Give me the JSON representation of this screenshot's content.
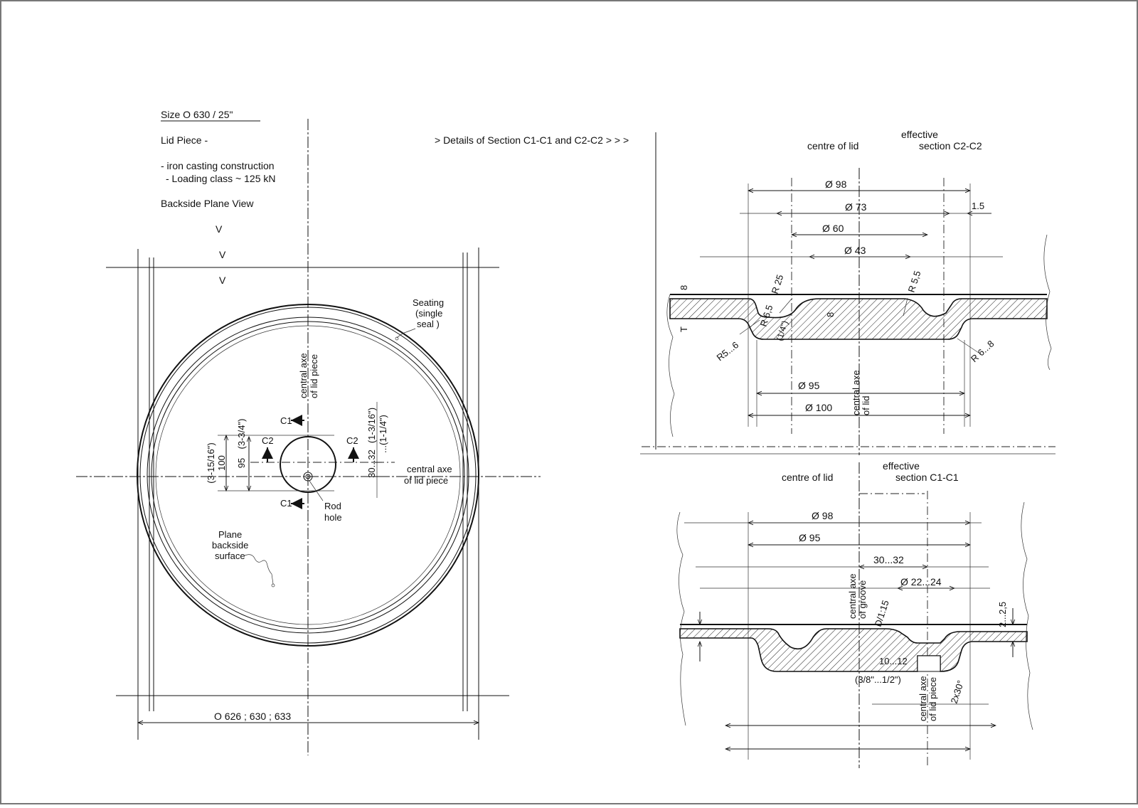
{
  "header": {
    "size": "Size  O 630   / 25\"",
    "lid_piece": "Lid Piece  -",
    "construction": "- iron casting construction",
    "loading_class": "- Loading class  ~ 125 kN",
    "view": "Backside  Plane  View",
    "arrow_v": "V",
    "details_heading": ">  Details of  Section C1-C1 and C2-C2   >  >  >"
  },
  "plan_view": {
    "seating_label_1": "Seating",
    "seating_label_2": "(single",
    "seating_label_3": "seal )",
    "central_axe_vertical_1": "central axe",
    "central_axe_vertical_2": "of lid piece",
    "central_axe_horizontal_1": "central axe",
    "central_axe_horizontal_2": "of lid piece",
    "c1": "C1",
    "c2": "C2",
    "dim_100": "100",
    "dim_100_inch": "(3-15/16\")",
    "dim_95": "95",
    "dim_95_inch": "(3-3/4\")",
    "dim_30_32": "30...32",
    "dim_30_32_inch": "(1-3/16\")",
    "dim_30_32_inch2": "...(1-1/4\")",
    "rod_hole_1": "Rod",
    "rod_hole_2": "hole",
    "plane_backside_1": "Plane",
    "plane_backside_2": "backside",
    "plane_backside_3": "surface",
    "diameter_dims": "O 626 ;  630 ;  633"
  },
  "section_c2": {
    "centre_of_lid": "centre  of  lid",
    "effective": "effective",
    "section_name": "section  C2-C2",
    "d98": "Ø  98",
    "d73": "Ø  73",
    "d60": "Ø  60",
    "d43": "Ø  43",
    "dim_1_5": "1.5",
    "dim_8_left": "8",
    "dim_8_mid": "8",
    "dim_t": "T",
    "r25": "R 25",
    "r55": "R 5,5",
    "r65": "R 6,5",
    "r5_6": "R5...6",
    "r6_8": "R 6...8",
    "frac_quarter": "(1/4\")",
    "d95": "Ø  95",
    "d100": "Ø  100",
    "central_axe_1": "central axe",
    "central_axe_2": "of  lid"
  },
  "section_c1": {
    "centre_of_lid": "centre  of  lid",
    "effective": "effective",
    "section_name": "section  C1-C1",
    "d98": "Ø  98",
    "d95": "Ø  95",
    "dim_30_32": "30...32",
    "d22_24": "Ø 22...24",
    "dim_2_2_5": "2...2,5",
    "slope": "D/1:15",
    "central_axe_groove_1": "central axe",
    "central_axe_groove_2": "of groove",
    "dim_10_12": "10...12",
    "dim_10_12_inch": "(3/8\"...1/2\")",
    "central_axe_lid_1": "central axe",
    "central_axe_lid_2": "of lid piece",
    "dim_2x30": "2x30°"
  }
}
